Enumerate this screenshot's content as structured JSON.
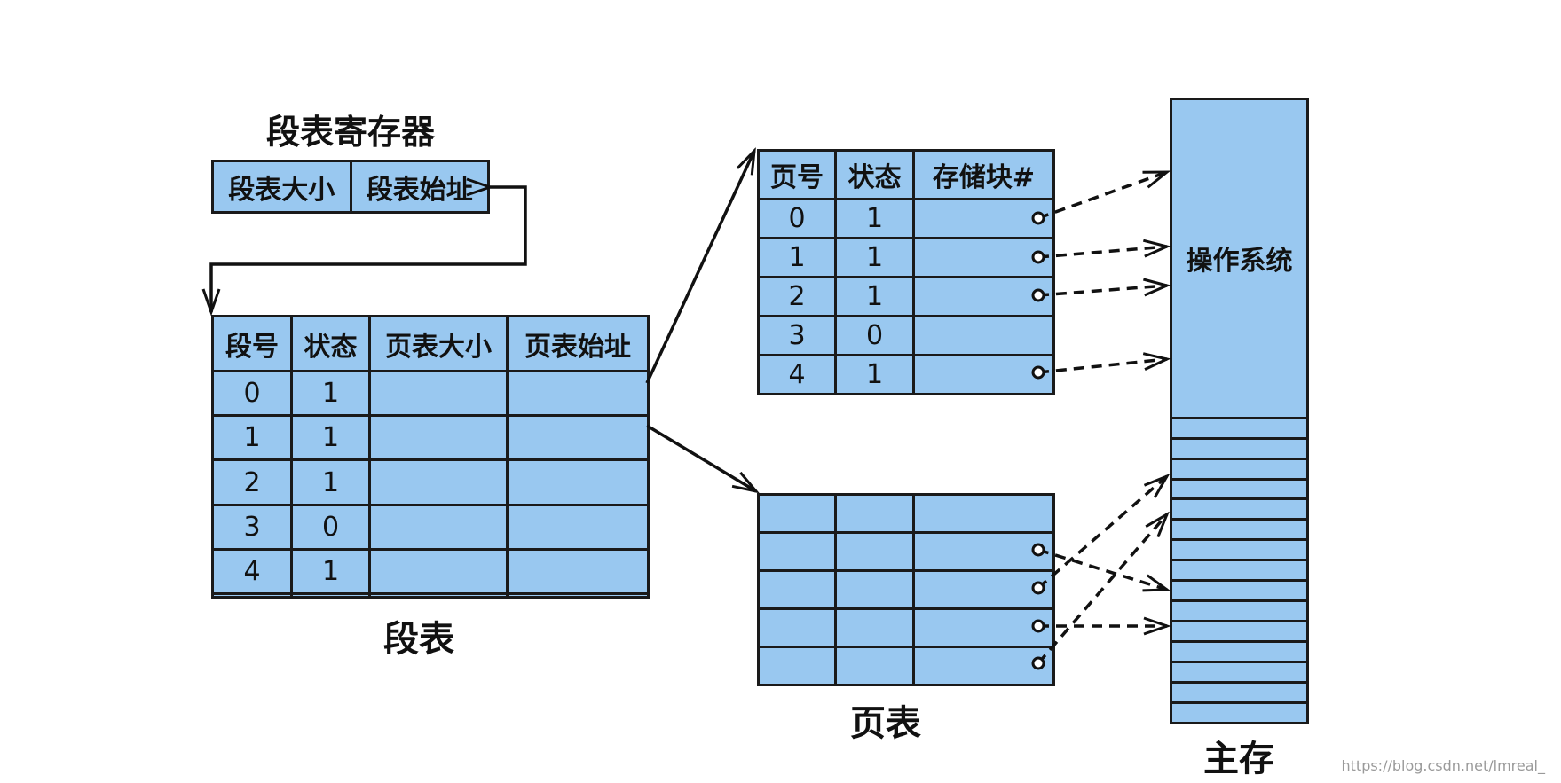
{
  "seg_register": {
    "title": "段表寄存器",
    "cells": [
      "段表大小",
      "段表始址"
    ]
  },
  "segment_table": {
    "caption": "段表",
    "headers": [
      "段号",
      "状态",
      "页表大小",
      "页表始址"
    ],
    "rows": [
      [
        "0",
        "1",
        "",
        ""
      ],
      [
        "1",
        "1",
        "",
        ""
      ],
      [
        "2",
        "1",
        "",
        ""
      ],
      [
        "3",
        "0",
        "",
        ""
      ],
      [
        "4",
        "1",
        "",
        ""
      ],
      [
        "",
        "",
        "",
        ""
      ]
    ]
  },
  "page_table_1": {
    "headers": [
      "页号",
      "状态",
      "存储块#"
    ],
    "rows": [
      [
        "0",
        "1",
        ""
      ],
      [
        "1",
        "1",
        ""
      ],
      [
        "2",
        "1",
        ""
      ],
      [
        "3",
        "0",
        ""
      ],
      [
        "4",
        "1",
        ""
      ]
    ]
  },
  "page_table_2": {
    "caption": "页表",
    "rows": [
      [
        "",
        "",
        ""
      ],
      [
        "",
        "",
        ""
      ],
      [
        "",
        "",
        ""
      ],
      [
        "",
        "",
        ""
      ],
      [
        "",
        "",
        ""
      ]
    ]
  },
  "main_memory": {
    "caption": "主存",
    "header": "操作系统",
    "block_count": 15
  },
  "watermark": "https://blog.csdn.net/lmreal_",
  "colors": {
    "cell_fill": "#99c8f0",
    "line": "#1a1a1a"
  }
}
